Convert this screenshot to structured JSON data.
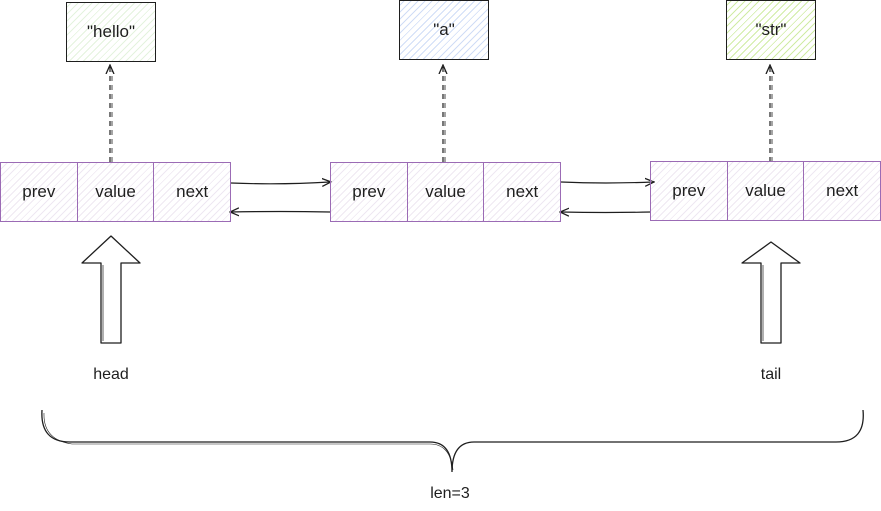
{
  "nodes": [
    {
      "prev": "prev",
      "value": "value",
      "next": "next"
    },
    {
      "prev": "prev",
      "value": "value",
      "next": "next"
    },
    {
      "prev": "prev",
      "value": "value",
      "next": "next"
    }
  ],
  "values": [
    "\"hello\"",
    "\"a\"",
    "\"str\""
  ],
  "pointers": {
    "head": "head",
    "tail": "tail"
  },
  "length_label": "len=3",
  "colors": {
    "node_border": "#9b6bb5",
    "value_hello_fill": "#e8f5e2",
    "value_a_fill": "#dae6f8",
    "value_str_fill": "#e2f3c7",
    "stroke": "#1e1e1e"
  }
}
